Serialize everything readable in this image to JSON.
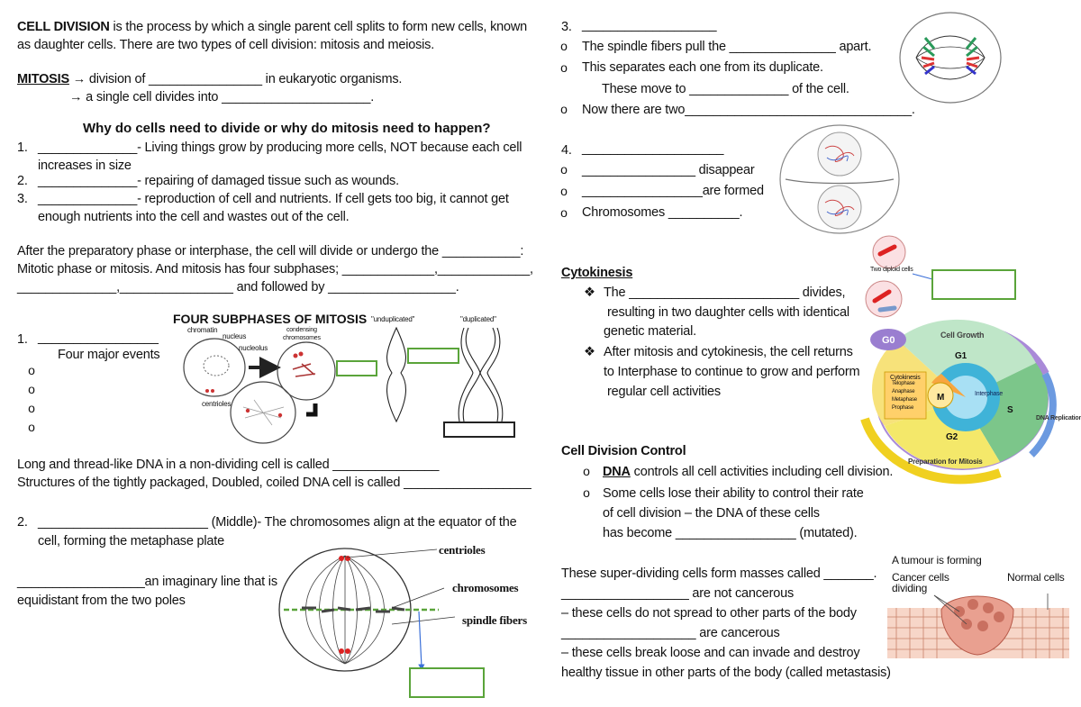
{
  "left": {
    "intro_title": "CELL DIVISION",
    "intro_rest": " is the process by which a single parent cell splits to form new cells, known",
    "intro_line2": "as daughter cells. There are two types of cell division: mitosis and meiosis.",
    "mitosis_label": "MITOSIS",
    "mitosis_line1": " → division of ________________ in eukaryotic organisms.",
    "mitosis_line2": "→ a single cell divides into _____________________.",
    "why_heading": "Why do cells need to divide or why do mitosis need to happen?",
    "reasons": [
      {
        "num": "1.",
        "text": "______________- Living things grow by producing more cells, NOT because each cell",
        "cont": "increases in size"
      },
      {
        "num": "2.",
        "text": "______________- repairing of damaged tissue such as wounds.",
        "cont": ""
      },
      {
        "num": "3.",
        "text": "______________- reproduction of cell and nutrients. If cell gets too big, it cannot get",
        "cont": "enough nutrients into the cell and wastes out of the cell."
      }
    ],
    "after_line1": "After the preparatory phase or interphase, the cell will divide or undergo the ___________:",
    "after_line2": "Mitotic phase or mitosis. And mitosis has four subphases; _____________,_____________,",
    "after_line3": "______________,________________ and followed by __________________.",
    "four_heading": "FOUR SUBPHASES OF MITOSIS",
    "phase1_num": "1.",
    "phase1_blank": "_________________",
    "four_events": "Four major events",
    "event_bullets": [
      "o",
      "o",
      "o",
      "o"
    ],
    "diagram_labels": {
      "chromatin": "chromatin",
      "nucleus": "nucleus",
      "nucleolus": "nucleolus",
      "condensing": "condensing",
      "chromosomes": "chromosomes",
      "centrioles": "centrioles",
      "unduplicated": "\"unduplicated\"",
      "duplicated": "\"duplicated\""
    },
    "dna_line1": "Long and thread-like DNA in a non-dividing cell is called _______________",
    "dna_line2": "Structures of the tightly packaged, Doubled, coiled DNA cell is called __________________",
    "phase2_num": "2.",
    "phase2_text": "________________________ (Middle)- The chromosomes align at the equator of the",
    "phase2_cont": "cell, forming the metaphase plate",
    "imag_line1": "__________________an imaginary line that is",
    "imag_line2": "equidistant from the two poles",
    "meta_labels": {
      "centrioles": "centrioles",
      "chromosomes": "chromosomes",
      "spindle": "spindle fibers"
    }
  },
  "right": {
    "p3_num": "3.",
    "p3_blank": "___________________",
    "p3_items": [
      "The spindle fibers pull the _______________ apart.",
      "This separates each one from its duplicate.",
      "Now there are two________________________________."
    ],
    "p3_moves": "These move to ______________ of the cell.",
    "p4_num": "4.",
    "p4_blank": "____________________",
    "p4_items": [
      "________________ disappear",
      "_________________are formed",
      "Chromosomes __________."
    ],
    "cyto_heading": "Cytokinesis",
    "cyto_1a": "The ________________________ divides,",
    "cyto_1b": "resulting in two daughter cells with identical",
    "cyto_1c": "genetic material.",
    "cyto_2a": "After mitosis and cytokinesis, the cell returns",
    "cyto_2b": "to Interphase to continue to grow and perform",
    "cyto_2c": "regular cell activities",
    "two_diploid": "Two diploid cells",
    "cycle": {
      "g0": "G0",
      "g1": "G1",
      "s": "S",
      "g2": "G2",
      "m": "M",
      "growth": "Cell Growth",
      "dna": "DNA Replication",
      "prep": "Preparation for Mitosis",
      "inter": "Interphase",
      "cyto": "Cytokinesis",
      "phases": [
        "Telophase",
        "Anaphase",
        "Metaphase",
        "Prophase"
      ]
    },
    "control_heading": "Cell Division Control",
    "control_dna": "DNA",
    "control_1": " controls all cell activities including cell division.",
    "control_2a": "Some cells lose their ability to control their rate",
    "control_2b": "of cell division –  the DNA of these cells",
    "control_2c": "has become _________________ (mutated).",
    "tumour_1": "These super-dividing cells form masses called _______.",
    "tumour_2": "__________________ are not cancerous",
    "tumour_3": "– these cells do not spread to other parts of the body",
    "tumour_4": "___________________ are cancerous",
    "tumour_5": "– these cells break loose and can invade and destroy",
    "tumour_6": " healthy tissue in other parts of the body (called metastasis)",
    "tumour_fig": {
      "title": "A tumour is forming",
      "cancer": "Cancer cells",
      "dividing": "dividing",
      "normal": "Normal cells"
    },
    "bullet_o": "o",
    "bullet_diamond": "❖"
  },
  "colors": {
    "green_box": "#5aa43a",
    "text": "#111111"
  }
}
